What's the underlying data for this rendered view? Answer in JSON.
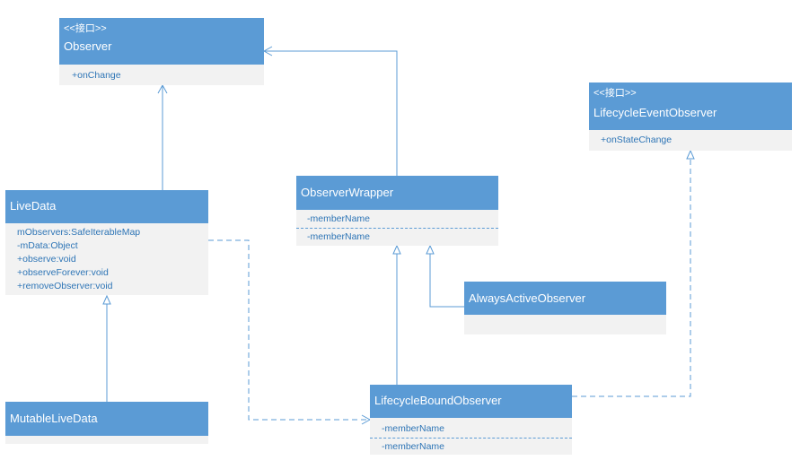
{
  "classes": {
    "observer": {
      "stereotype": "<<接口>>",
      "name": "Observer",
      "members": [
        "+onChange"
      ]
    },
    "lifecycle_event_observer": {
      "stereotype": "<<接口>>",
      "name": "LifecycleEventObserver",
      "members": [
        "+onStateChange"
      ]
    },
    "livedata": {
      "name": "LiveData",
      "members": [
        "mObservers:SafeIterableMap",
        "-mData:Object",
        "+observe:void",
        "+observeForever:void",
        "+removeObserver:void"
      ]
    },
    "observer_wrapper": {
      "name": "ObserverWrapper",
      "members": [
        "-memberName",
        "-memberName"
      ]
    },
    "always_active_observer": {
      "name": "AlwaysActiveObserver",
      "members": []
    },
    "mutable_livedata": {
      "name": "MutableLiveData",
      "members": []
    },
    "lifecycle_bound_observer": {
      "name": "LifecycleBoundObserver",
      "members": [
        "-memberName",
        "-memberName"
      ]
    }
  },
  "relations": [
    {
      "from": "LiveData",
      "to": "Observer",
      "kind": "association"
    },
    {
      "from": "ObserverWrapper",
      "to": "Observer",
      "kind": "association"
    },
    {
      "from": "MutableLiveData",
      "to": "LiveData",
      "kind": "generalization"
    },
    {
      "from": "LifecycleBoundObserver",
      "to": "ObserverWrapper",
      "kind": "generalization"
    },
    {
      "from": "AlwaysActiveObserver",
      "to": "ObserverWrapper",
      "kind": "generalization"
    },
    {
      "from": "LifecycleBoundObserver",
      "to": "LifecycleEventObserver",
      "kind": "realization"
    },
    {
      "from": "LiveData",
      "to": "LifecycleBoundObserver",
      "kind": "dependency"
    }
  ],
  "colors": {
    "header": "#5b9bd5",
    "body": "#f2f2f2",
    "member_text": "#2e75b6",
    "line": "#5b9bd5"
  }
}
